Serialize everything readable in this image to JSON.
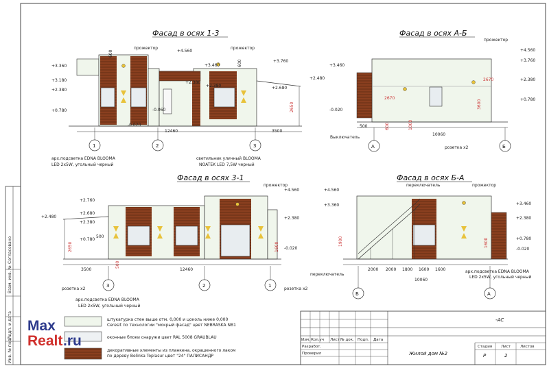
{
  "views": {
    "f13": {
      "title": "Фасад в осях 1-3",
      "levels": [
        "+3.360",
        "+3.180",
        "+2.380",
        "+0.780",
        "+4.560",
        "+3.460",
        "+3.760",
        "+2.380",
        "+2.380",
        "+2.680",
        "+2.480",
        "-0.060",
        "-0.020"
      ],
      "dims": [
        "12460",
        "3500",
        "600",
        "600",
        "2650"
      ],
      "callouts": {
        "projector1": "прожектор",
        "projector2": "прожектор"
      },
      "axes": [
        "1",
        "2",
        "3"
      ],
      "notes": {
        "lamp_line1": "арх.подсветка EDNA BLOOMA",
        "lamp_line2": "LED 2x5W, угольный черный",
        "street_line1": "светильник уличный BLOOMA",
        "street_line2": "NOATEK LED 7,5W черный"
      }
    },
    "fab": {
      "title": "Фасад в осях А-Б",
      "levels": [
        "+3.460",
        "+4.560",
        "+3.760",
        "+2.380",
        "+0.780",
        "-0.020"
      ],
      "dims": [
        "2670",
        "2670",
        "600",
        "500",
        "10060",
        "1000",
        "3600"
      ],
      "callouts": {
        "projector": "прожектор",
        "switch": "Выключатель",
        "socket": "розетка х2"
      },
      "axes": [
        "А",
        "Б"
      ]
    },
    "f31": {
      "title": "Фасад в осях 3-1",
      "levels": [
        "+2.760",
        "+2.680",
        "+2.380",
        "+0.780",
        "+2.480",
        "+4.560",
        "+2.380",
        "-0.020"
      ],
      "dims": [
        "3500",
        "12460",
        "500",
        "1600",
        "500",
        "2650"
      ],
      "callouts": {
        "projector": "прожектор",
        "socket1": "розетка х2",
        "socket2": "розетка х2"
      },
      "axes": [
        "3",
        "2",
        "1"
      ],
      "notes": {
        "lamp_line1": "арх.подсветка EDNA BLOOMA",
        "lamp_line2": "LED 2x5W, угольный черный"
      }
    },
    "fba": {
      "title": "Фасад в осях Б-А",
      "levels": [
        "+4.560",
        "+3.360",
        "+3.460",
        "+2.380",
        "+0.780",
        "-0.020"
      ],
      "dims": [
        "2000",
        "2000",
        "1800",
        "1600",
        "1600",
        "10060",
        "1900",
        "1600"
      ],
      "callouts": {
        "projector": "прожектор",
        "switch1": "переключатель",
        "switch2": "переключатель"
      },
      "axes": [
        "Б",
        "А"
      ],
      "notes": {
        "lamp_line1": "арх.подсветка EDNA BLOOMA",
        "lamp_line2": "LED 2x5W, угольный черный"
      }
    }
  },
  "legend": [
    {
      "line1": "штукатурка стен выше отм. 0,000 и цоколь ниже 0,000",
      "line2": "Ceresit по технологии \"мокрый фасад\" цвет NEBRASKA NB1",
      "swatch": "#f0f6ec"
    },
    {
      "line1": "оконные блоки снаружи цвет RAL 5008 GRAUBLAU",
      "line2": "",
      "swatch": "#eef1f3"
    },
    {
      "line1": "декоративные элементы из планкена, окрашенного лаком",
      "line2": "по дереву Belinka Toplasur цвет \"24\" ПАЛИСАНДР",
      "swatch": "#8a3f1f"
    }
  ],
  "stamp": {
    "code": "-АС",
    "project": "Жилой дом №2",
    "headers": [
      "Изм.",
      "Кол.уч",
      "Лист",
      "№ док.",
      "Подп.",
      "Дата"
    ],
    "roles": [
      "Разработ.",
      "Проверил"
    ],
    "stage_label": "Стадия",
    "sheet_label": "Лист",
    "sheets_label": "Листов",
    "stage": "Р",
    "sheet": "2"
  },
  "side_strip": [
    "Согласовано",
    "Взам. инв. №",
    "Подп. и дата",
    "Инв. № подл."
  ],
  "watermark": {
    "text1": "Max",
    "text2": "Realt",
    "text3": ".ru"
  },
  "colors": {
    "wood": "#8a3f1f",
    "wall": "#f0f6ec",
    "glass": "#e8edf0",
    "lamp": "#e8c23a",
    "redmark": "#cc3333"
  }
}
